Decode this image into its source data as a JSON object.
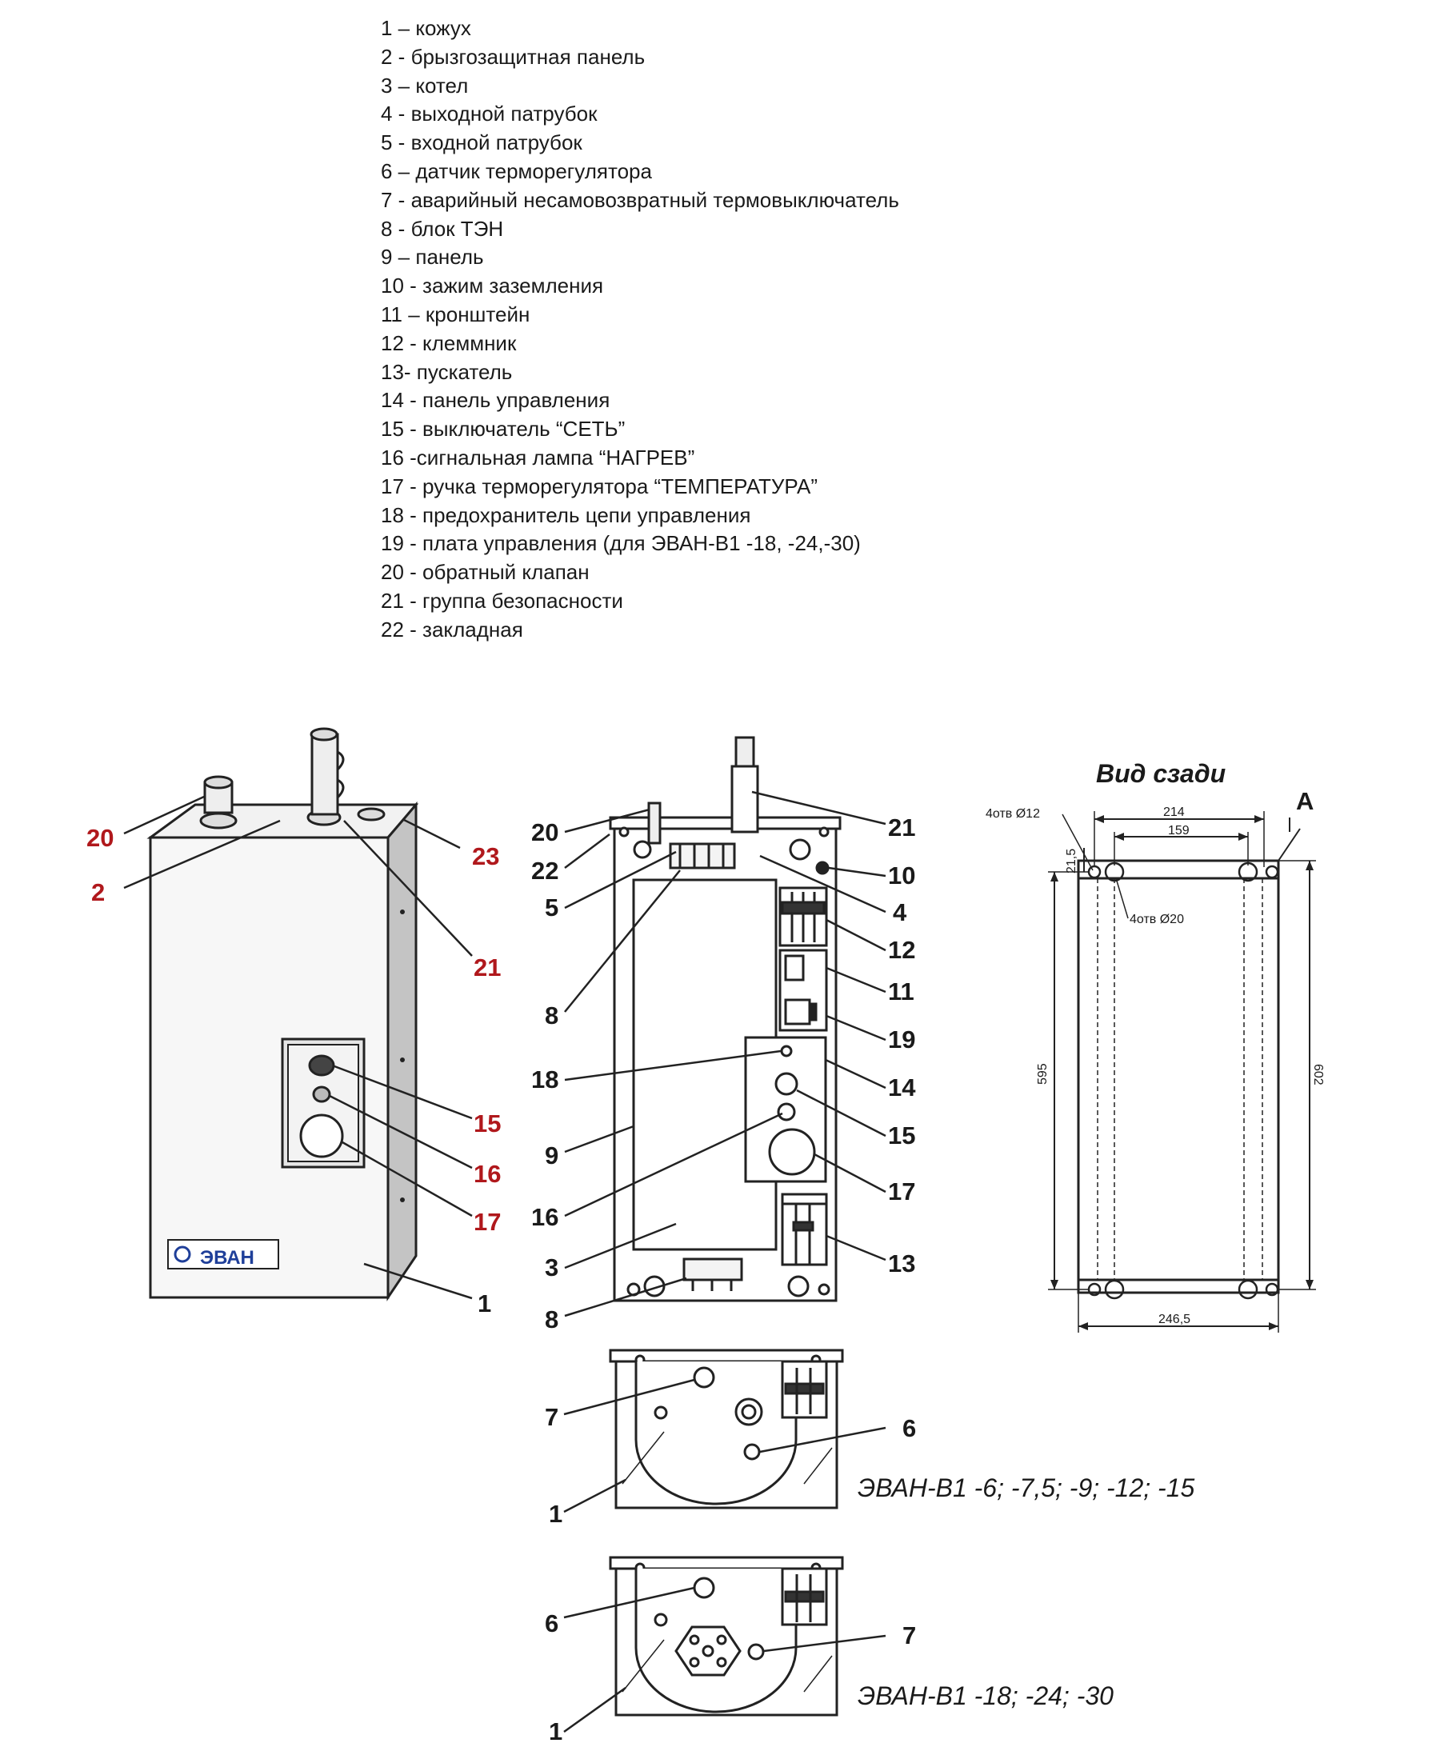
{
  "legend": [
    "1 – кожух",
    "2 - брызгозащитная панель",
    "3 – котел",
    "4 - выходной патрубок",
    "5 - входной патрубок",
    "6 – датчик терморегулятора",
    "7 - аварийный несамовозвратный термовыключатель",
    "8 - блок ТЭН",
    "9 – панель",
    "10 - зажим заземления",
    "11 – кронштейн",
    "12 - клеммник",
    "13- пускатель",
    "14 - панель управления",
    "15 - выключатель “СЕТЬ”",
    "16 -сигнальная лампа “НАГРЕВ”",
    "17 - ручка терморегулятора “ТЕМПЕРАТУРА”",
    "18 - предохранитель цепи управления",
    "19 - плата управления (для ЭВАН-В1 -18, -24,-30)",
    "20 - обратный клапан",
    "21 - группа безопасности",
    "22 - закладная"
  ],
  "views": {
    "front": {
      "brand": "ЭВАН",
      "callouts": [
        "20",
        "2",
        "23",
        "21",
        "15",
        "16",
        "17",
        "1"
      ],
      "accent_color": "#b0181c"
    },
    "inside": {
      "callouts": [
        "20",
        "22",
        "5",
        "21",
        "10",
        "4",
        "12",
        "11",
        "8",
        "19",
        "18",
        "14",
        "9",
        "15",
        "16",
        "17",
        "3",
        "13",
        "8"
      ]
    },
    "rear": {
      "title": "Вид сзади",
      "marker": "А",
      "dims": {
        "hole12": "4отв Ø12",
        "hole20": "4отв Ø20",
        "w214": "214",
        "w159": "159",
        "h215": "21,5",
        "h595": "595",
        "h602": "602",
        "w2465": "246,5"
      }
    },
    "bottom1": {
      "callouts": [
        "7",
        "6",
        "1"
      ],
      "caption": "ЭВАН-В1 -6; -7,5; -9; -12; -15"
    },
    "bottom2": {
      "callouts": [
        "6",
        "7",
        "1"
      ],
      "caption": "ЭВАН-В1 -18; -24; -30"
    }
  }
}
